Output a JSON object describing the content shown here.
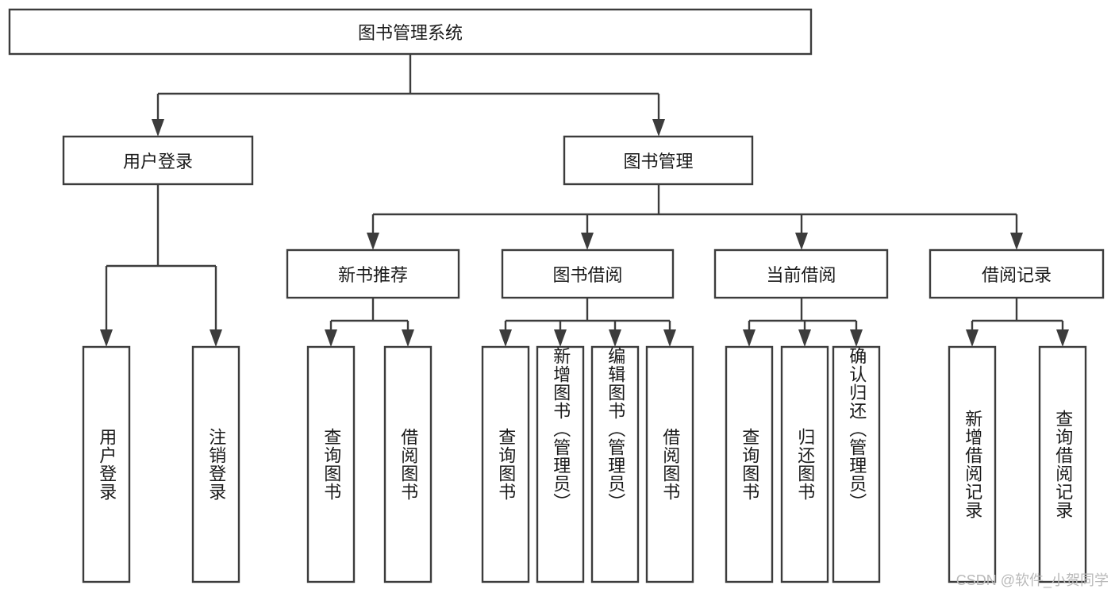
{
  "diagram": {
    "title": "图书管理系统",
    "watermark": "CSDN @软件_小贺同学",
    "orientation": "top-down",
    "levels": 4
  },
  "nodes": {
    "root": {
      "label": "图书管理系统"
    },
    "level1": [
      {
        "label": "用户登录"
      },
      {
        "label": "图书管理"
      }
    ],
    "level2": [
      {
        "label": "新书推荐"
      },
      {
        "label": "图书借阅"
      },
      {
        "label": "当前借阅"
      },
      {
        "label": "借阅记录"
      }
    ],
    "leaves": {
      "user_login": [
        {
          "label": "用户登录"
        },
        {
          "label": "注销登录"
        }
      ],
      "new_book_recommend": [
        {
          "label": "查询图书"
        },
        {
          "label": "借阅图书"
        }
      ],
      "book_borrow": [
        {
          "label": "查询图书"
        },
        {
          "label": "新增图书（管理员）"
        },
        {
          "label": "编辑图书（管理员）"
        },
        {
          "label": "借阅图书"
        }
      ],
      "current_borrow": [
        {
          "label": "查询图书"
        },
        {
          "label": "归还图书"
        },
        {
          "label": "确认归还（管理员）"
        }
      ],
      "borrow_record": [
        {
          "label": "新增借阅记录"
        },
        {
          "label": "查询借阅记录"
        }
      ]
    }
  },
  "chart_data": {
    "type": "diagram",
    "title": "图书管理系统",
    "tree": {
      "name": "图书管理系统",
      "children": [
        {
          "name": "用户登录",
          "children": [
            {
              "name": "用户登录"
            },
            {
              "name": "注销登录"
            }
          ]
        },
        {
          "name": "图书管理",
          "children": [
            {
              "name": "新书推荐",
              "children": [
                {
                  "name": "查询图书"
                },
                {
                  "name": "借阅图书"
                }
              ]
            },
            {
              "name": "图书借阅",
              "children": [
                {
                  "name": "查询图书"
                },
                {
                  "name": "新增图书（管理员）"
                },
                {
                  "name": "编辑图书（管理员）"
                },
                {
                  "name": "借阅图书"
                }
              ]
            },
            {
              "name": "当前借阅",
              "children": [
                {
                  "name": "查询图书"
                },
                {
                  "name": "归还图书"
                },
                {
                  "name": "确认归还（管理员）"
                }
              ]
            },
            {
              "name": "借阅记录",
              "children": [
                {
                  "name": "新增借阅记录"
                },
                {
                  "name": "查询借阅记录"
                }
              ]
            }
          ]
        }
      ]
    },
    "colors": {
      "box_fill": "#ffffff",
      "box_stroke": "#3c3c3c",
      "text": "#1a1a1a",
      "background": "#ffffff",
      "watermark": "#b9b9b9"
    }
  }
}
